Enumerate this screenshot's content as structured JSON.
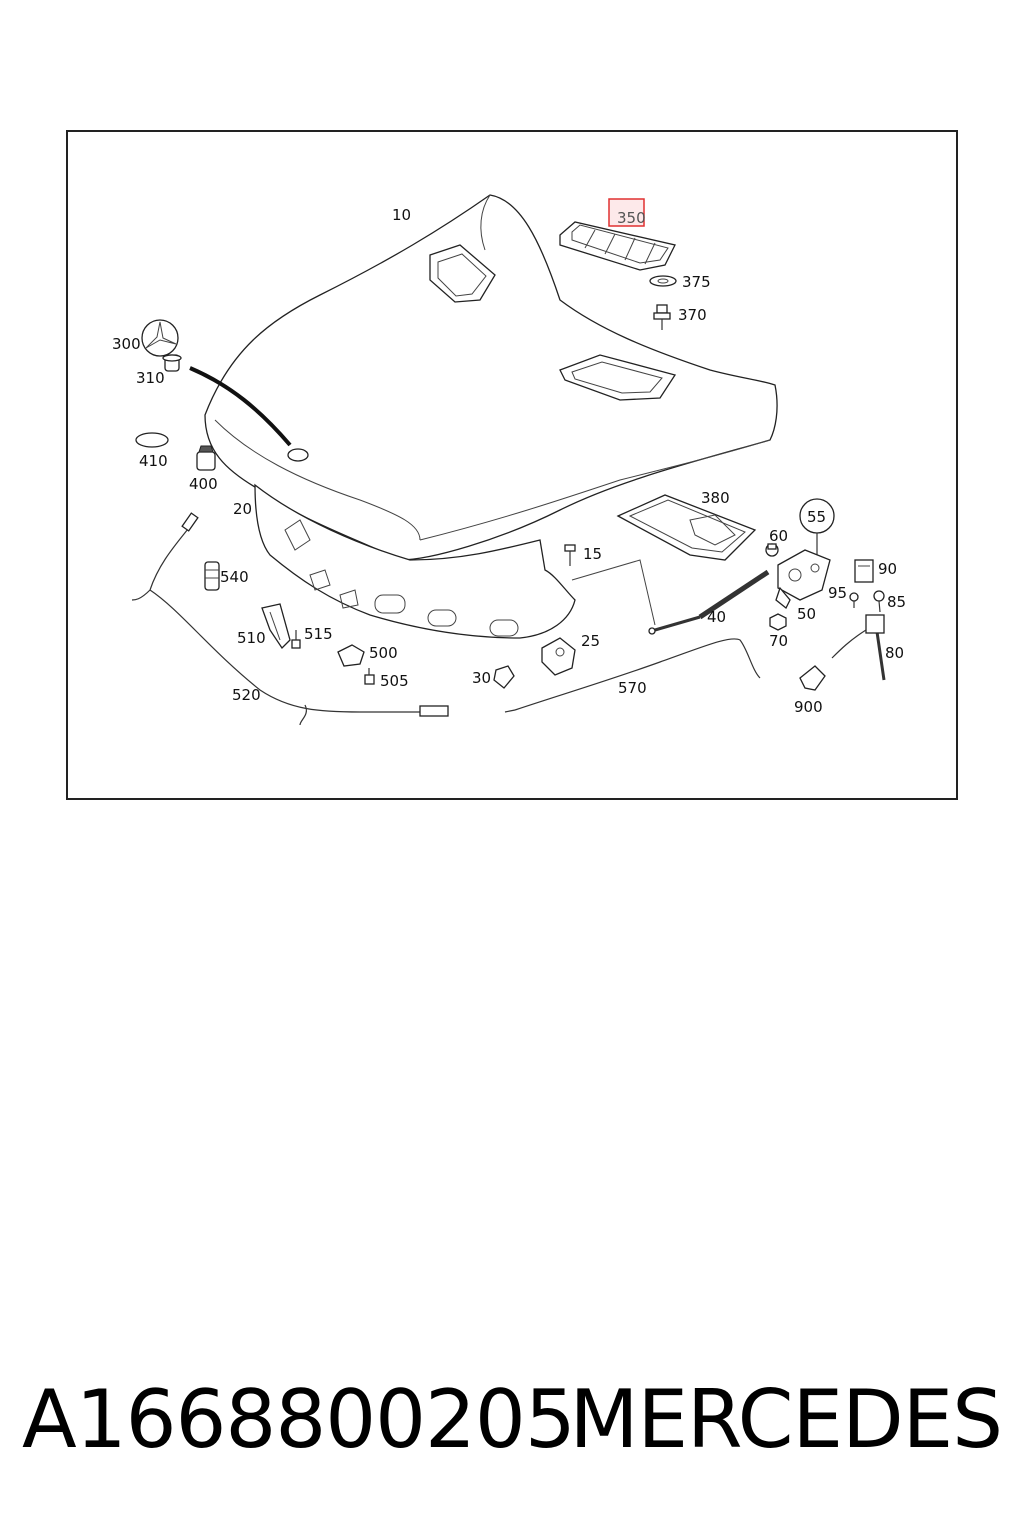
{
  "diagram": {
    "callouts": {
      "c10": "10",
      "c20": "20",
      "c15": "15",
      "c25": "25",
      "c30": "30",
      "c40": "40",
      "c50": "50",
      "c55": "55",
      "c60": "60",
      "c70": "70",
      "c80": "80",
      "c85": "85",
      "c90": "90",
      "c95": "95",
      "c300": "300",
      "c310": "310",
      "c350": "350",
      "c370": "370",
      "c375": "375",
      "c380": "380",
      "c400": "400",
      "c410": "410",
      "c500": "500",
      "c505": "505",
      "c510": "510",
      "c515": "515",
      "c520": "520",
      "c540": "540",
      "c570": "570",
      "c900": "900"
    },
    "highlight": {
      "part": "350",
      "color": "#e03030"
    }
  },
  "footer": {
    "part_number": "A1668800205",
    "brand": "MERCEDES"
  }
}
